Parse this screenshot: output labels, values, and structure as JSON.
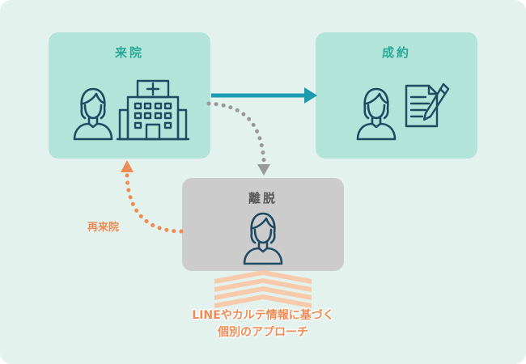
{
  "nodes": {
    "visit": {
      "label": "来院"
    },
    "contract": {
      "label": "成約"
    },
    "leave": {
      "label": "離脱"
    }
  },
  "revisit_label": "再来院",
  "approach": {
    "line1": "LINEやカルテ情報に基づく",
    "line2": "個別のアプローチ"
  },
  "colors": {
    "background": "#e4f2ee",
    "box_teal": "#b3e4d9",
    "box_gray": "#cccccc",
    "icon_navy": "#1f4a63",
    "accent_teal": "#1a9bb0",
    "accent_orange": "#ee8c55",
    "dotted_gray": "#999999"
  }
}
